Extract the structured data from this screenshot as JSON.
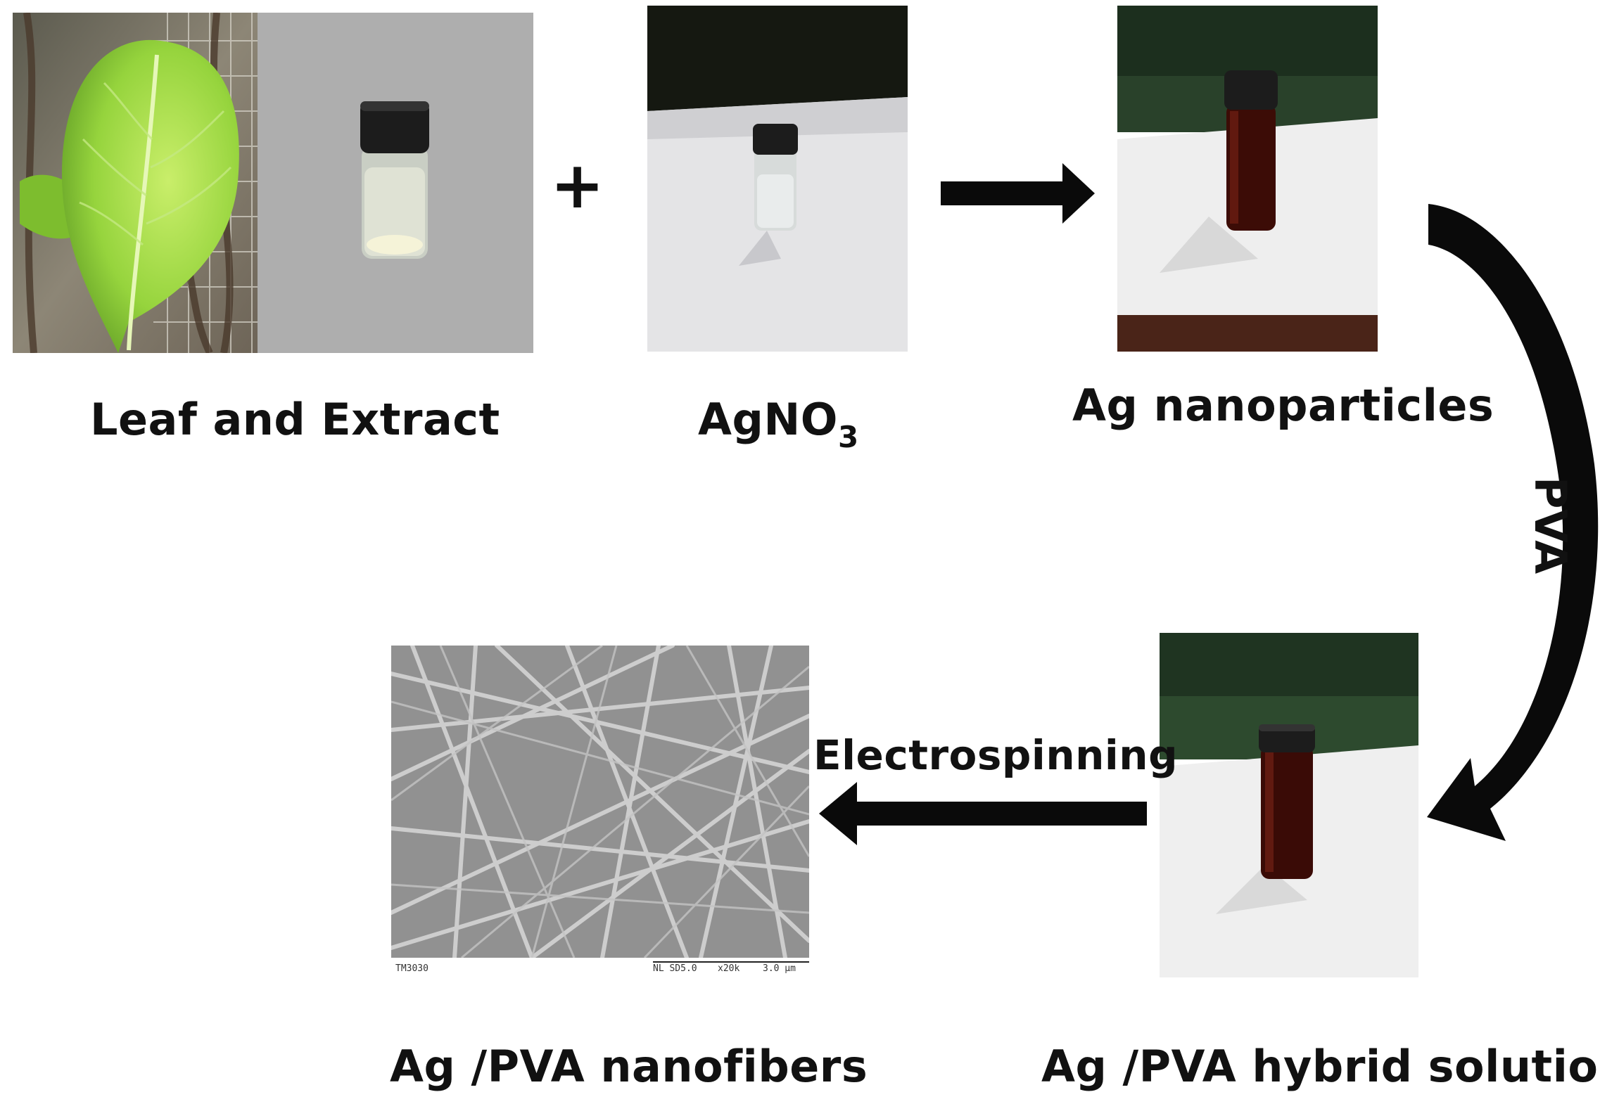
{
  "labels": {
    "leaf_extract": "Leaf and Extract",
    "agno3_main": "AgNO",
    "agno3_sub": "3",
    "ag_nanoparticles": "Ag nanoparticles",
    "pva": "PVA",
    "electrospinning": "Electrospinning",
    "ag_pva_nanofibers": "Ag /PVA nanofibers",
    "ag_pva_hybrid": "Ag /PVA hybrid solution",
    "plus": "+"
  },
  "sem_scale": {
    "left_text": "TM3030",
    "mid_text": "NL SD5.0",
    "mag_text": "x20k",
    "bar_text": "3.0 μm"
  },
  "colors": {
    "arrow": "#0a0a0a",
    "leaf": "#8ccf3a",
    "vial_cap": "#1c1c1c",
    "red_solution": "#4a0f08",
    "paper": "#eeeeee"
  }
}
